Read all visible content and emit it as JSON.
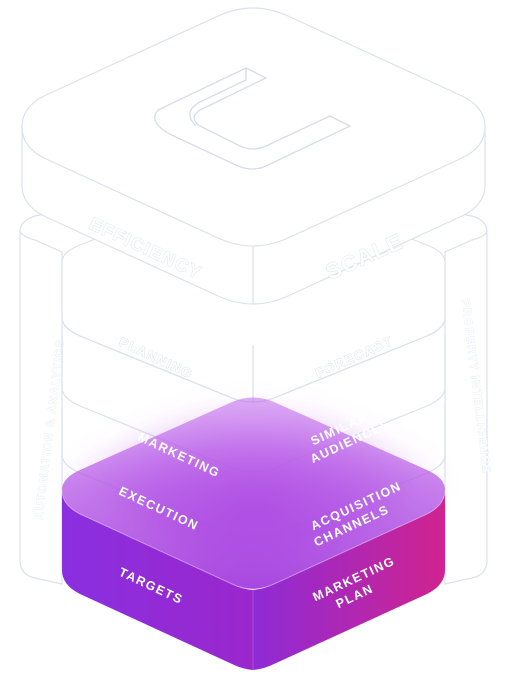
{
  "top_layer": {
    "left_text": "EFFICIENCY",
    "right_text": "SCALE",
    "icon": "magnet-icon"
  },
  "layer_3": {
    "left_text": "PLANNING",
    "right_text": "FORECAST"
  },
  "layer_2": {
    "left_text": "MARKETING",
    "right_text": "SIMILAR AUDIENCES"
  },
  "layer_1": {
    "left_text": "EXECUTION",
    "right_text": "ACQUISITION CHANNELS"
  },
  "base_layer": {
    "left_text": "TARGETS",
    "right_text": "MARKETING PLAN"
  },
  "side_pillars": {
    "left_text": "AUTOMATION & ANALYTICS",
    "right_text": "PROPERTY INTELLIGENCE"
  },
  "colors": {
    "outline": "#dbe2ec",
    "base_left": "#8e2bd6",
    "base_right": "#d0238f",
    "glow": "#a53be0"
  }
}
